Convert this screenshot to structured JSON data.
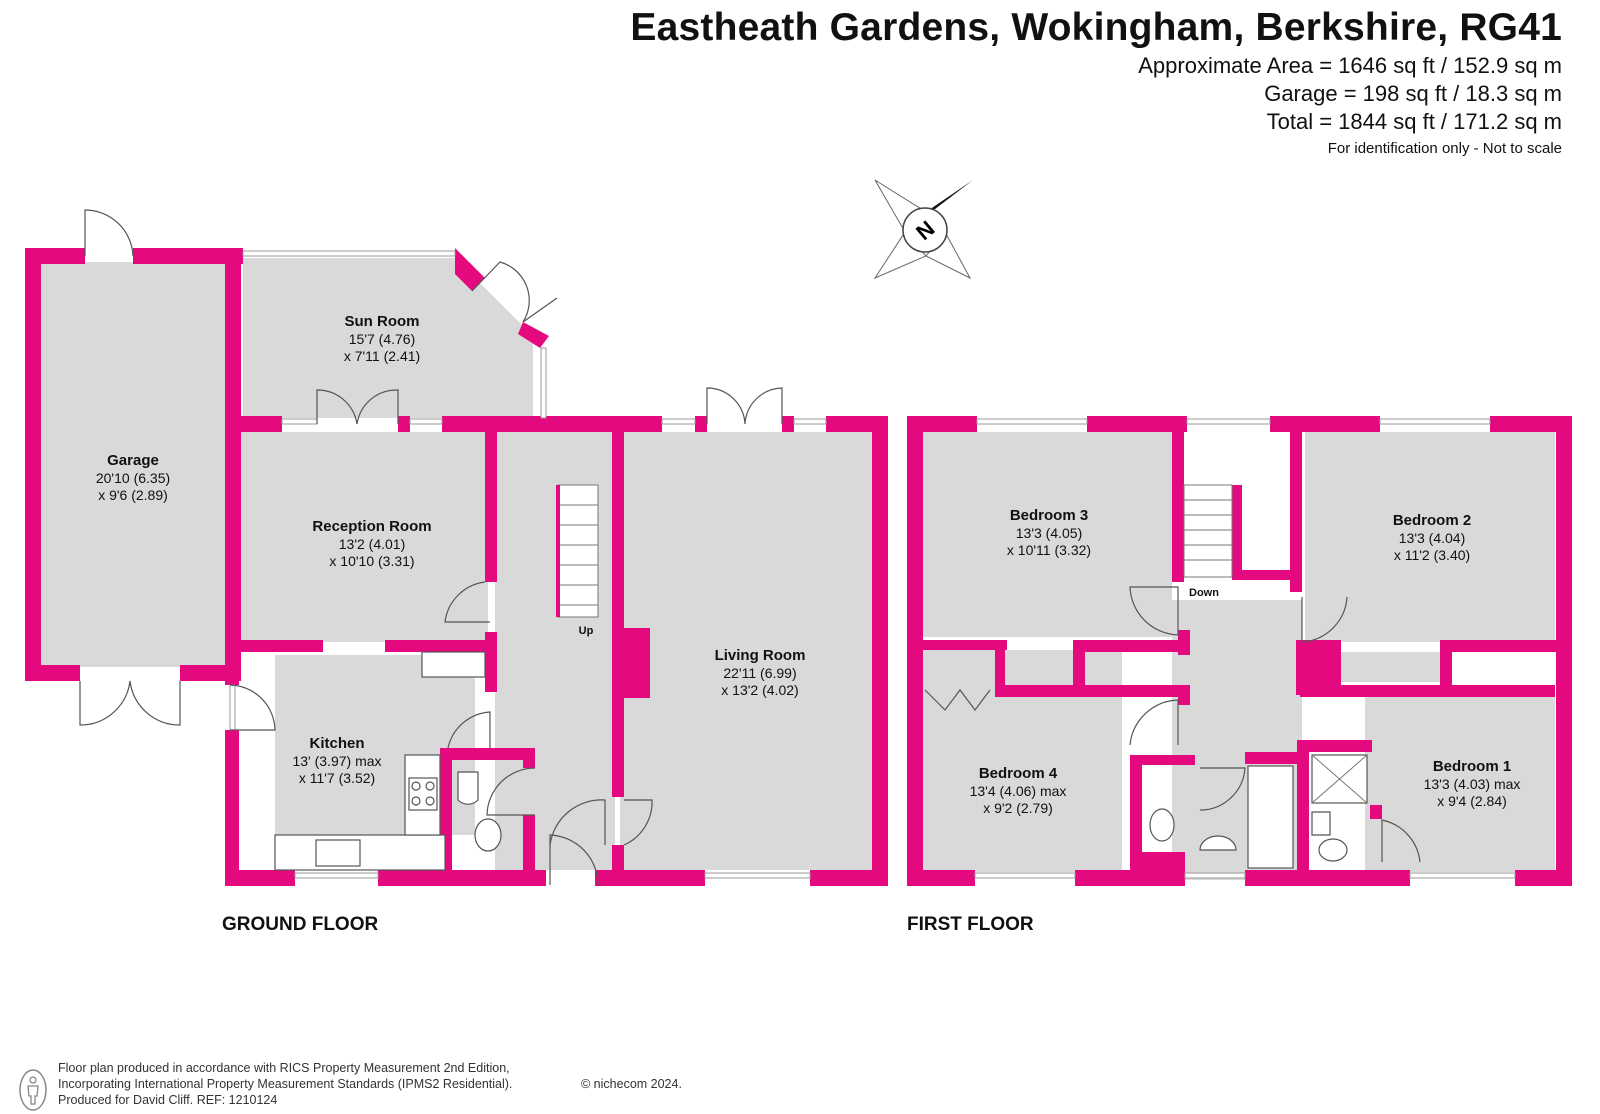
{
  "header": {
    "title": "Eastheath Gardens, Wokingham, Berkshire, RG41",
    "approx_area": "Approximate Area = 1646 sq ft / 152.9 sq m",
    "garage_area": "Garage = 198 sq ft / 18.3 sq m",
    "total_area": "Total = 1844 sq ft / 171.2 sq m",
    "note": "For identification only - Not to scale"
  },
  "compass": {
    "label": "N",
    "icon": "north-compass-icon"
  },
  "ground_floor": {
    "label": "GROUND FLOOR",
    "stairs_label": "Up",
    "rooms": {
      "garage": {
        "name": "Garage",
        "dim1": "20'10 (6.35)",
        "dim2": "x 9'6 (2.89)"
      },
      "sun_room": {
        "name": "Sun Room",
        "dim1": "15'7 (4.76)",
        "dim2": "x 7'11 (2.41)"
      },
      "reception": {
        "name": "Reception Room",
        "dim1": "13'2 (4.01)",
        "dim2": "x 10'10 (3.31)"
      },
      "kitchen": {
        "name": "Kitchen",
        "dim1": "13' (3.97) max",
        "dim2": "x 11'7 (3.52)"
      },
      "living": {
        "name": "Living Room",
        "dim1": "22'11 (6.99)",
        "dim2": "x 13'2 (4.02)"
      }
    }
  },
  "first_floor": {
    "label": "FIRST FLOOR",
    "stairs_label": "Down",
    "rooms": {
      "bedroom3": {
        "name": "Bedroom 3",
        "dim1": "13'3 (4.05)",
        "dim2": "x 10'11 (3.32)"
      },
      "bedroom2": {
        "name": "Bedroom 2",
        "dim1": "13'3 (4.04)",
        "dim2": "x 11'2 (3.40)"
      },
      "bedroom4": {
        "name": "Bedroom 4",
        "dim1": "13'4 (4.06) max",
        "dim2": "x 9'2 (2.79)"
      },
      "bedroom1": {
        "name": "Bedroom 1",
        "dim1": "13'3 (4.03) max",
        "dim2": "x 9'4 (2.84)"
      }
    }
  },
  "footer": {
    "line1": "Floor plan produced in accordance with RICS Property Measurement 2nd Edition,",
    "line2": "Incorporating International Property Measurement Standards (IPMS2 Residential).",
    "line3": "Produced for David Cliff.   REF: 1210124",
    "copyright": "© nichecom 2024.",
    "icon": "person-icon"
  },
  "colors": {
    "wall": "#e5097f",
    "floor": "#d9d9d9"
  }
}
